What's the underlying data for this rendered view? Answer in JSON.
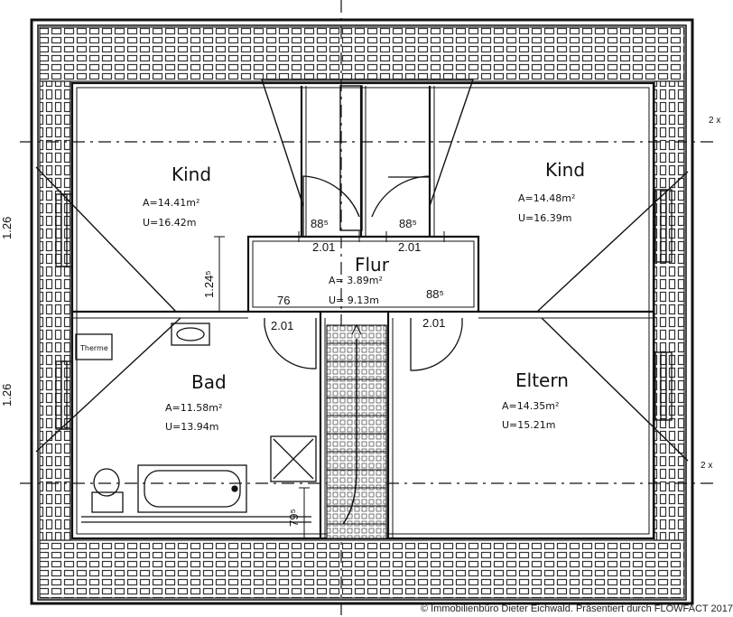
{
  "rooms": [
    {
      "name": "Kind",
      "area": "A=14.41m²",
      "perimeter": "U=16.42m"
    },
    {
      "name": "Kind",
      "area": "A=14.48m²",
      "perimeter": "U=16.39m"
    },
    {
      "name": "Flur",
      "area": "A= 3.89m²",
      "perimeter": "U= 9.13m"
    },
    {
      "name": "Bad",
      "area": "A=11.58m²",
      "perimeter": "U=13.94m"
    },
    {
      "name": "Eltern",
      "area": "A=14.35m²",
      "perimeter": "U=15.21m"
    }
  ],
  "door_dims": {
    "d1_w": "88⁵",
    "d1_h": "2.01",
    "d2_w": "88⁵",
    "d2_h": "2.01",
    "d3_w": "76",
    "d3_h": "2.01",
    "d4_w": "88⁵",
    "d4_h": "2.01"
  },
  "dims": {
    "sill_flur": "1.24⁵",
    "sill_bad": "79⁵",
    "left_1": "1.26",
    "left_2": "1.26",
    "right_1": "2 x",
    "right_2": "2 x"
  },
  "fixtures": {
    "therme": "Therme"
  },
  "copyright": "© Immobilienbüro Dieter Eichwald. Präsentiert durch FLOWFACT 2017"
}
